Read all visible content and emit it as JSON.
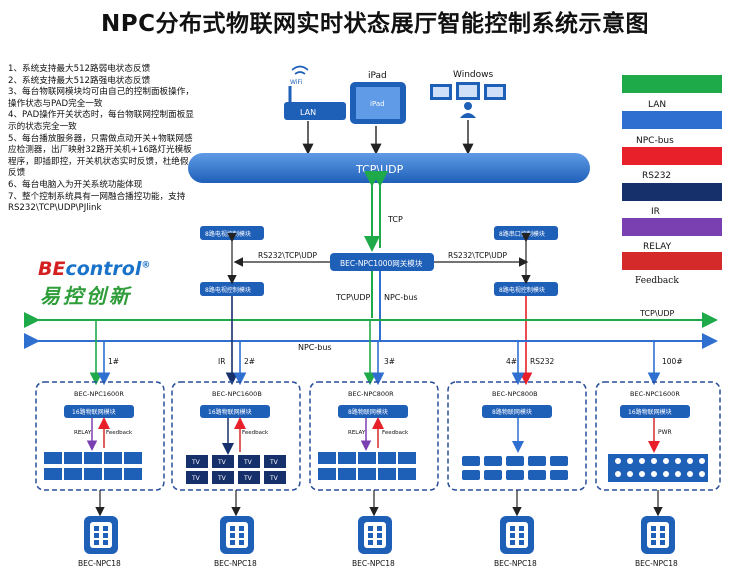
{
  "title": "NPC分布式物联网实时状态展厅智能控制系统示意图",
  "notes": [
    "1、系统支持最大512路弱电状态反馈",
    "2、系统支持最大512路强电状态反馈",
    "3、每台物联网模块均可由自己的控制面板操作，操作状态与PAD完全一致",
    "4、PAD操作开关状态时，每台物联网控制面板显示的状态完全一致",
    "5、每台播放服务器，只需做点动开关+物联网感应检测器，出厂映射32路开关机+16路灯光模板程序，即插即控，开关机状态实时反馈，杜绝假反馈",
    "6、每台电脑入为开关系统功能体现",
    "7、整个控制系统具有一网融合播控功能，支持RS232\\TCP\\UDP\\PJlink"
  ],
  "logo": {
    "en_prefix": "BE",
    "en_rest": "control",
    "reg": "®",
    "cn": "易控创新"
  },
  "devices_top": {
    "wifi": "WiFi",
    "lan": "LAN",
    "ipad": "iPad",
    "ipad_screen": "iPad",
    "windows": "Windows"
  },
  "legend": {
    "items": [
      {
        "label": "LAN",
        "color": "#1faa4a"
      },
      {
        "label": "NPC-bus",
        "color": "#2f6fd0"
      },
      {
        "label": "RS232",
        "color": "#e8202a"
      },
      {
        "label": "IR",
        "color": "#15306b"
      },
      {
        "label": "RELAY",
        "color": "#7a3fb0"
      },
      {
        "label": "Feedback",
        "color": "#d42a2a"
      }
    ]
  },
  "bus": {
    "tcp_udp": "TCP\\UDP",
    "tcp": "TCP",
    "tcp_udp2": "TCP\\UDP",
    "npc_bus": "NPC-bus",
    "tcp_udp_right": "TCP\\UDP",
    "npc_bus_main": "NPC-bus"
  },
  "gateway": {
    "label": "BEC-NPC1000网关模块",
    "left_top": "8路电视控制模块",
    "left_bottom": "8路电视控制模块",
    "right_top": "8路串口控制模块",
    "right_bottom": "8路电视控制模块",
    "left_link": "RS232\\TCP\\UDP",
    "right_link": "RS232\\TCP\\UDP"
  },
  "drops": [
    "1#",
    "IR",
    "2#",
    "3#",
    "4#",
    "RS232",
    "100#"
  ],
  "zones": [
    {
      "name": "BEC-NPC1600R",
      "module": "16路物联网模块",
      "relay": "RELAY",
      "feedback": "Feedback",
      "load": "monitors"
    },
    {
      "name": "BEC-NPC1600B",
      "module": "16路物联网模块",
      "relay": "",
      "feedback": "Feedback",
      "load": "tv",
      "tv": "TV"
    },
    {
      "name": "BEC-NPC800R",
      "module": "8路物联网模块",
      "relay": "RELAY",
      "feedback": "Feedback",
      "load": "monitors"
    },
    {
      "name": "BEC-NPC800B",
      "module": "8路物联网模块",
      "relay": "",
      "feedback": "",
      "load": "projectors"
    },
    {
      "name": "BEC-NPC1600R",
      "module": "16路物联网模块",
      "relay": "PWR",
      "feedback": "",
      "load": "lights"
    }
  ],
  "panels": [
    {
      "label": "BEC-NPC18"
    },
    {
      "label": "BEC-NPC18"
    },
    {
      "label": "BEC-NPC18"
    },
    {
      "label": "BEC-NPC18"
    },
    {
      "label": "BEC-NPC18"
    }
  ],
  "colors": {
    "lan": "#1faa4a",
    "bus": "#2f6fd0",
    "rs232": "#e8202a",
    "ir": "#15306b",
    "relay": "#7a3fb0",
    "feedback": "#d42a2a",
    "module": "#1e5fb8",
    "dash": "#2a4f9a"
  }
}
